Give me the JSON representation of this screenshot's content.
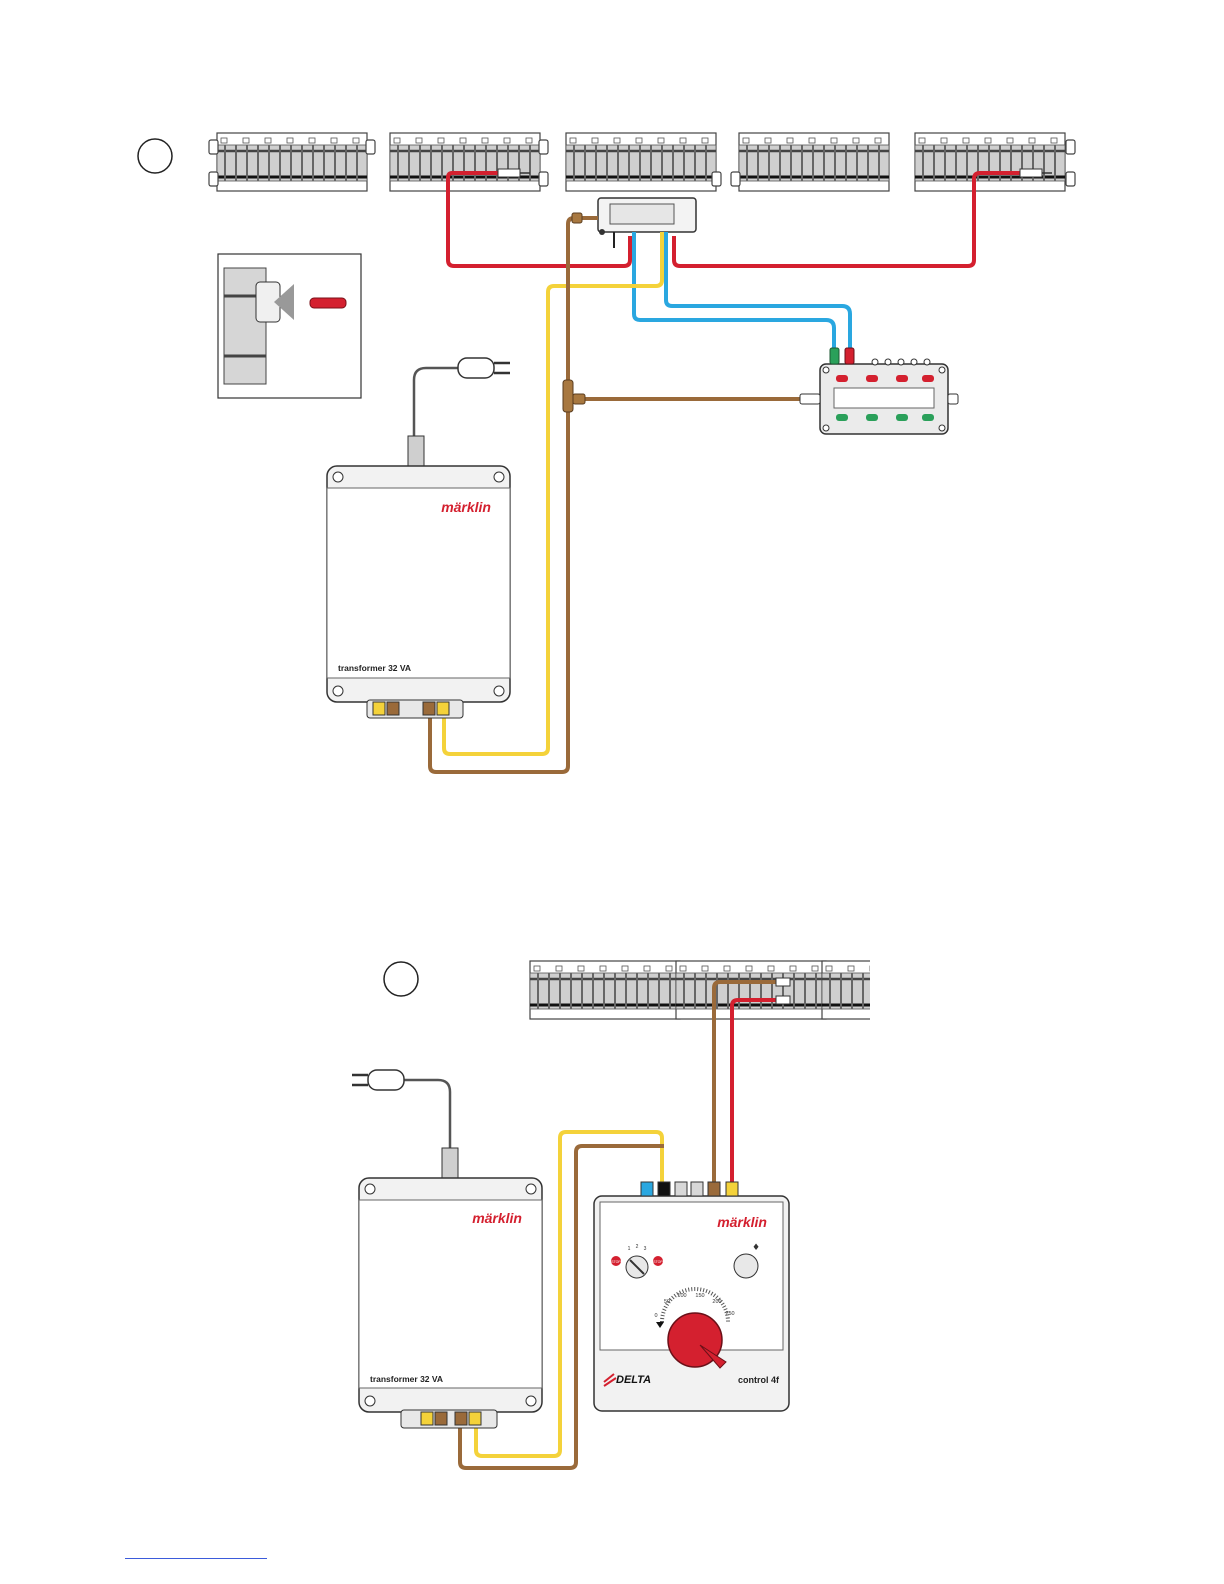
{
  "colors": {
    "red_wire": "#d4202f",
    "yellow_wire": "#f4d23a",
    "brown_wire": "#9a6a3a",
    "blue_wire": "#2aa7e0",
    "green_plug": "#2aa05a",
    "brand_red": "#d4202f",
    "track_gray": "#bdbdbd",
    "housing_gray": "#f1f1f1",
    "outline": "#333333"
  },
  "icons": [
    "mains-plug-icon",
    "track-section-icon",
    "feeder-clip-icon",
    "switch-box-icon",
    "t-connector-icon"
  ],
  "figure_a": {
    "transformer": {
      "brand": "märklin",
      "model": "transformer 32 VA"
    },
    "control_panel": {
      "buttons_red": 4,
      "buttons_green": 4
    }
  },
  "figure_b": {
    "transformer": {
      "brand": "märklin",
      "model": "transformer 32 VA"
    },
    "controller": {
      "brand": "märklin",
      "logo": "DELTA",
      "model": "control 4f",
      "speed_scale": [
        "0",
        "50",
        "100",
        "150",
        "200",
        "250"
      ],
      "stop_left": "STOP",
      "stop_right": "STOP",
      "function_marks": [
        "1",
        "2",
        "3"
      ]
    }
  }
}
